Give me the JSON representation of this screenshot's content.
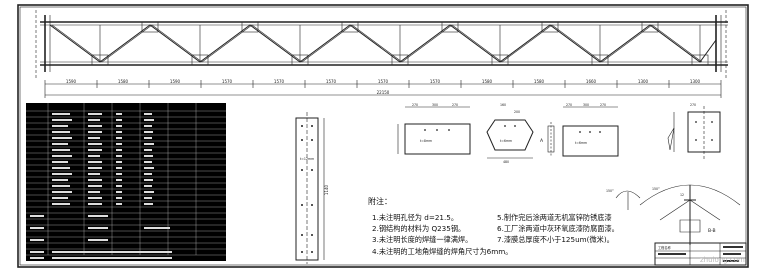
{
  "truss": {
    "panel_dims": [
      "1590",
      "1580",
      "1590",
      "1570",
      "1570",
      "1570",
      "1570",
      "1570",
      "1580",
      "1580",
      "1660",
      "1300",
      "1300"
    ],
    "total_length": "22150"
  },
  "table": {
    "header": [
      "",
      "",
      "",
      "",
      "",
      ""
    ],
    "rows": 23
  },
  "notes": {
    "title": "附注：",
    "left": [
      "1.未注明孔径为 d=21.5。",
      "2.钢结构的材料为 Q235钢。",
      "3.未注明长度的焊缝一律满焊。",
      "4.未注明的工地角焊缝的焊角尺寸为6mm。"
    ],
    "right": [
      "5.制作完后涂两道无机富锌防锈底漆",
      "6.工厂涂两道中灰环氧底漆防腐面漆。",
      "7.漆膜总厚度不小于125um(微米)。"
    ]
  },
  "details": {
    "plate_a_dims": [
      "270",
      "300",
      "270"
    ],
    "plate_a_label": "t=8mm",
    "plate_b_dims": [
      "160",
      "200",
      "480"
    ],
    "plate_b_label": "t=6mm",
    "plate_c_label": "t=6mm",
    "plate_c_dims": [
      "270",
      "300",
      "270"
    ],
    "section_a_label": "A",
    "section_b_label": "B-B",
    "tall_plate_dim": "1140",
    "tall_plate_label": "t=12mm",
    "angle_label": "150°",
    "weld_label": "12"
  },
  "title_block": {
    "label": "工程名称"
  },
  "watermark": "zhulong.com"
}
